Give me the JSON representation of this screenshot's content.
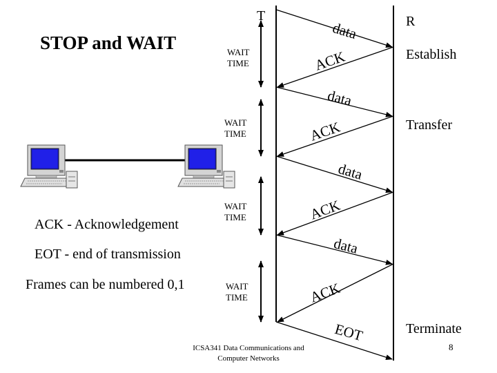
{
  "title": "STOP and WAIT",
  "transmitter_label": "T",
  "receiver_label": "R",
  "phases": [
    "Establish",
    "Transfer",
    "Terminate"
  ],
  "wait_label": [
    "WAIT",
    "TIME"
  ],
  "messages": [
    "data",
    "ACK",
    "data",
    "ACK",
    "data",
    "ACK",
    "data",
    "ACK",
    "EOT"
  ],
  "notes": [
    "ACK - Acknowledgement",
    "EOT - end of transmission",
    "Frames can be numbered 0,1"
  ],
  "footer": [
    "ICSA341 Data Communications and",
    "Computer Networks"
  ],
  "page_number": "8",
  "icons": [
    "computer-icon",
    "computer-icon"
  ]
}
